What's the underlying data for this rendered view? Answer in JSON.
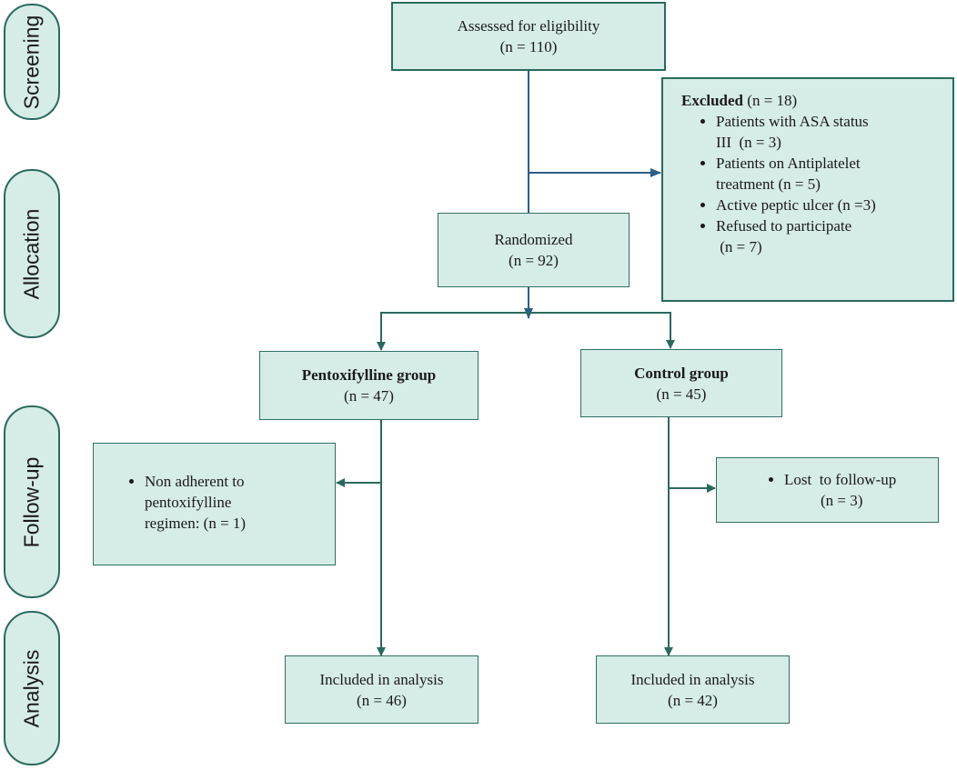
{
  "stages": {
    "screening": "Screening",
    "allocation": "Allocation",
    "follow_up": "Follow-up",
    "analysis": "Analysis"
  },
  "assessed": {
    "label": "Assessed for eligibility",
    "count": "(n = 110)"
  },
  "excluded": {
    "title": "Excluded",
    "count": "(n = 18)",
    "items": [
      {
        "line1": "Patients with ASA status",
        "line2": "III  (n = 3)"
      },
      {
        "line1": "Patients on Antiplatelet",
        "line2": "treatment (n = 5)"
      },
      {
        "line1": "Active peptic ulcer (n =3)",
        "line2": ""
      },
      {
        "line1": "Refused to participate",
        "line2": " (n = 7)"
      }
    ]
  },
  "randomized": {
    "label": "Randomized",
    "count": "(n = 92)"
  },
  "pentoxifylline": {
    "label": "Pentoxifylline group",
    "count": "(n = 47)"
  },
  "control": {
    "label": "Control group",
    "count": "(n = 45)"
  },
  "non_adherent": {
    "line1": "Non adherent to",
    "line2": "pentoxifylline",
    "line3": "regimen: (n = 1)"
  },
  "lost": {
    "line1": "Lost  to follow-up",
    "line2": "(n = 3)"
  },
  "analysis_pento": {
    "label": "Included in analysis",
    "count": "(n = 46)"
  },
  "analysis_control": {
    "label": "Included in analysis",
    "count": "(n = 42)"
  },
  "colors": {
    "box_fill": "#d6ece6",
    "border": "#2a6a5e",
    "arrow_blue": "#2b5f86"
  }
}
